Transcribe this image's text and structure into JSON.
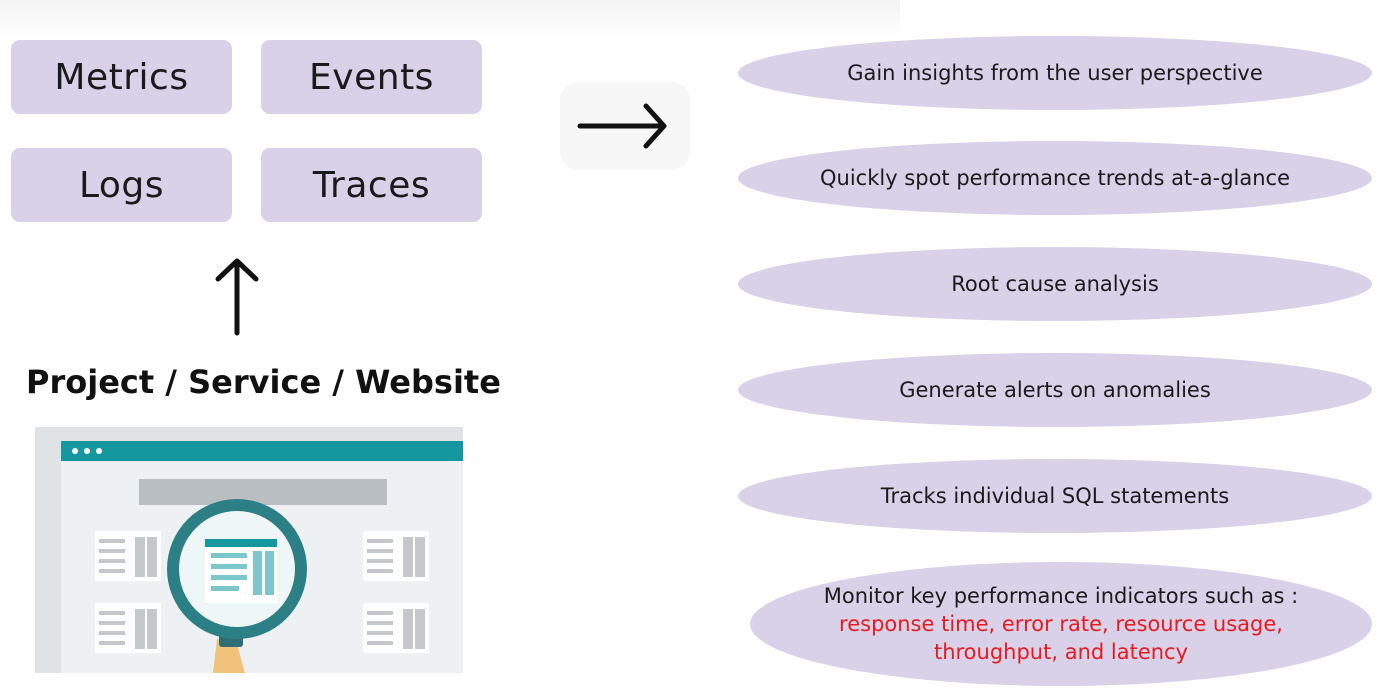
{
  "signals": {
    "metrics": "Metrics",
    "events": "Events",
    "logs": "Logs",
    "traces": "Traces"
  },
  "source_title": "Project / Service / Website",
  "benefits": [
    "Gain insights from the user perspective",
    "Quickly spot performance trends at-a-glance",
    "Root cause analysis",
    "Generate alerts on anomalies",
    "Tracks individual SQL statements"
  ],
  "kpi": {
    "intro": "Monitor key performance indicators such as :",
    "highlight": "response time, error rate, resource usage, throughput, and latency"
  },
  "icons": {
    "right_arrow": "arrow-right-icon",
    "up_arrow": "arrow-up-icon",
    "illustration": "magnifier-browser-illustration"
  },
  "colors": {
    "tile_fill": "#d9d1e8",
    "highlight_text": "#e8191f",
    "browser_bar": "#14979f"
  }
}
